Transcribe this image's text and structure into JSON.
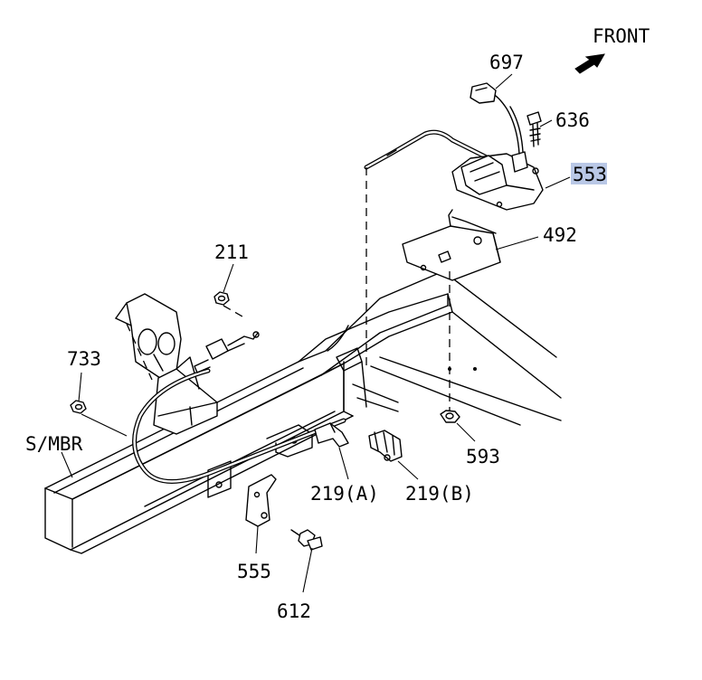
{
  "direction_label": "FRONT",
  "frame_label": "S/MBR",
  "highlight_color": "#b9c8e6",
  "parts": {
    "p697": "697",
    "p636": "636",
    "p553": "553",
    "p492": "492",
    "p211": "211",
    "p733": "733",
    "p593": "593",
    "p219a": "219(A)",
    "p219b": "219(B)",
    "p555": "555",
    "p612": "612"
  }
}
